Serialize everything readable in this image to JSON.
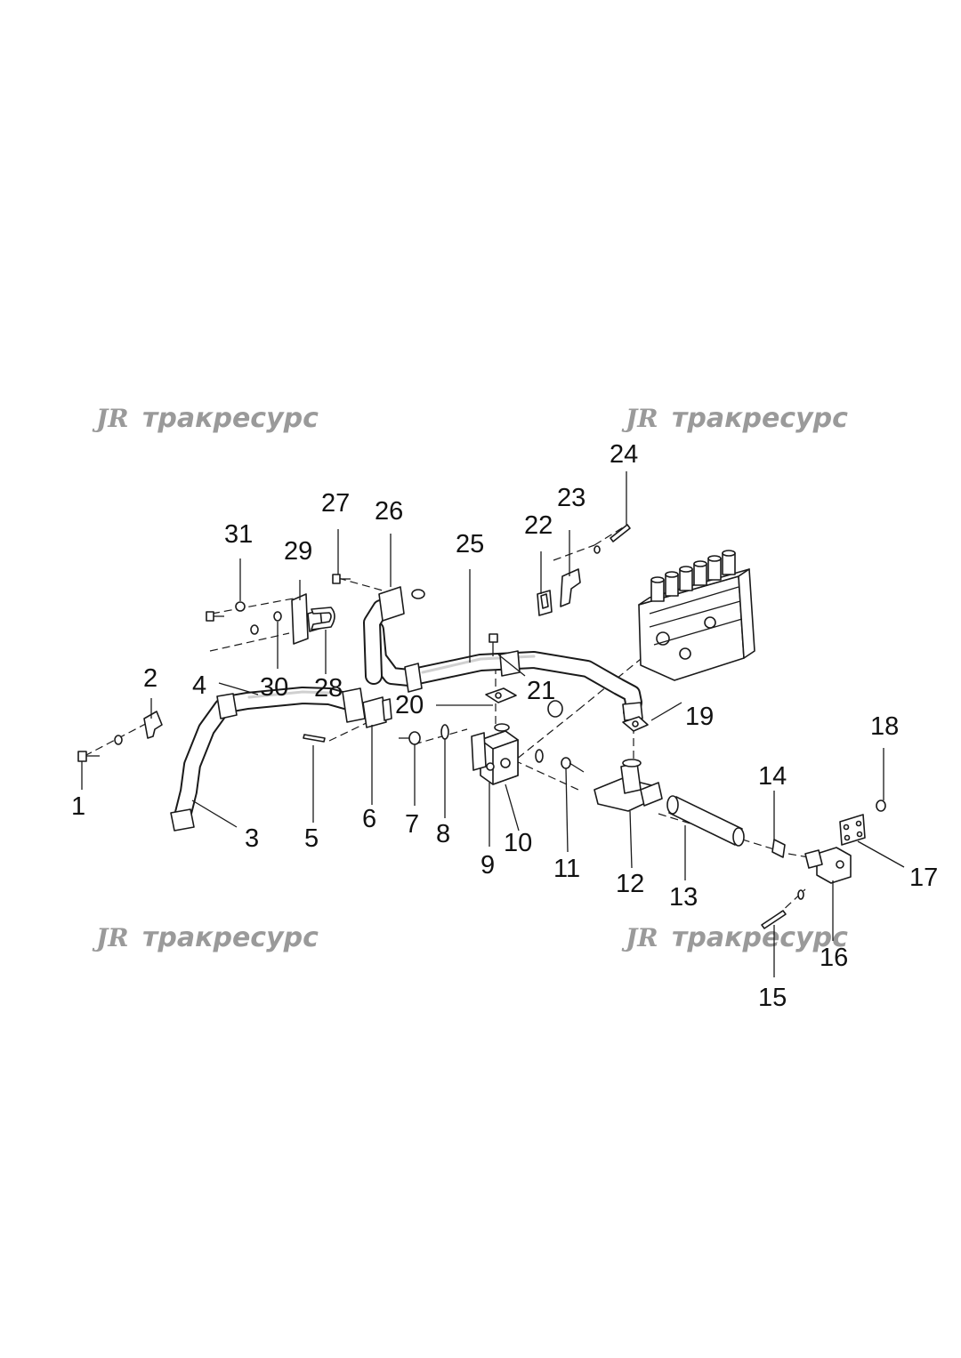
{
  "watermark": {
    "logo": "JR",
    "text": "тракресурс"
  },
  "callouts": [
    "1",
    "2",
    "3",
    "4",
    "5",
    "6",
    "7",
    "8",
    "9",
    "10",
    "11",
    "12",
    "13",
    "14",
    "15",
    "16",
    "17",
    "18",
    "19",
    "20",
    "21",
    "22",
    "23",
    "24",
    "25",
    "26",
    "27",
    "28",
    "29",
    "30",
    "31"
  ]
}
